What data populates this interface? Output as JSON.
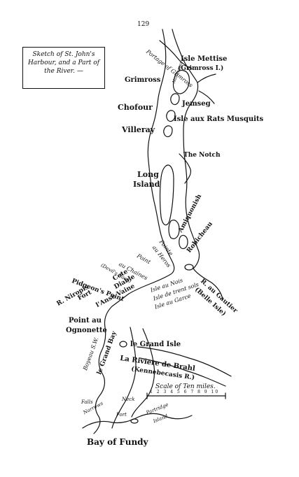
{
  "page_number": "129",
  "title": {
    "line1": "Sketch of St. John's",
    "line2": "Harbour, and a Part of",
    "line3": "the River. —"
  },
  "labels": {
    "portage": "Portage of Grimross",
    "isle_mettise": "Isle Mettise",
    "grimross_l": "(Grimross I.)",
    "grimross": "Grimross",
    "nantaquat": "Nantaquat",
    "jemseg": "Jemseg",
    "chofour": "Chofour",
    "isle_rats": "Isle aux Rats Musquits",
    "villeray": "Villeray",
    "the_notch": "The Notch",
    "long": "Long",
    "island": "Island",
    "amiquonish": "Amiquonish",
    "robicheau": "Robicheau",
    "pointe_heros": "au Heros",
    "pointe": "Pointe",
    "point": "Point",
    "au_chaines": "au Chaines",
    "cote_diable": "Cote",
    "diable": "Diable",
    "devils_back": "(Devil's Back)",
    "pidgeons_point": "Pidgeon's Point",
    "fort": "Fort",
    "anse_vaine": "l'Anse Vaine",
    "isle_au_nois": "Isle au Nois",
    "isle_de_trent_sols": "Isle de trent sols",
    "isle_au_garce": "Isle au Garce",
    "r_gautier": "R. au Gautier",
    "belle_isle": "(Belle Isle)",
    "r_niropis": "R. Niropis",
    "point_au": "Point au",
    "ognonette": "Ognonette",
    "boyeau": "Boyeau S.W.",
    "le_grand_bay": "le Grand Bay",
    "le_grand_isle": "le Grand Isle",
    "riviere": "La Riviere de Brahl",
    "kennebecasis": "(Kennebecasis R.)",
    "scale_title": "Scale of Ten miles.",
    "scale_numbers": "1 2 3 4 5 6 7 8 9 10",
    "falls": "Falls",
    "narrows": "Narrows",
    "neck": "Neck",
    "fort2": "Fort",
    "partridge": "Partridge",
    "island2": "Island",
    "bay_of_fundy": "Bay of Fundy"
  }
}
